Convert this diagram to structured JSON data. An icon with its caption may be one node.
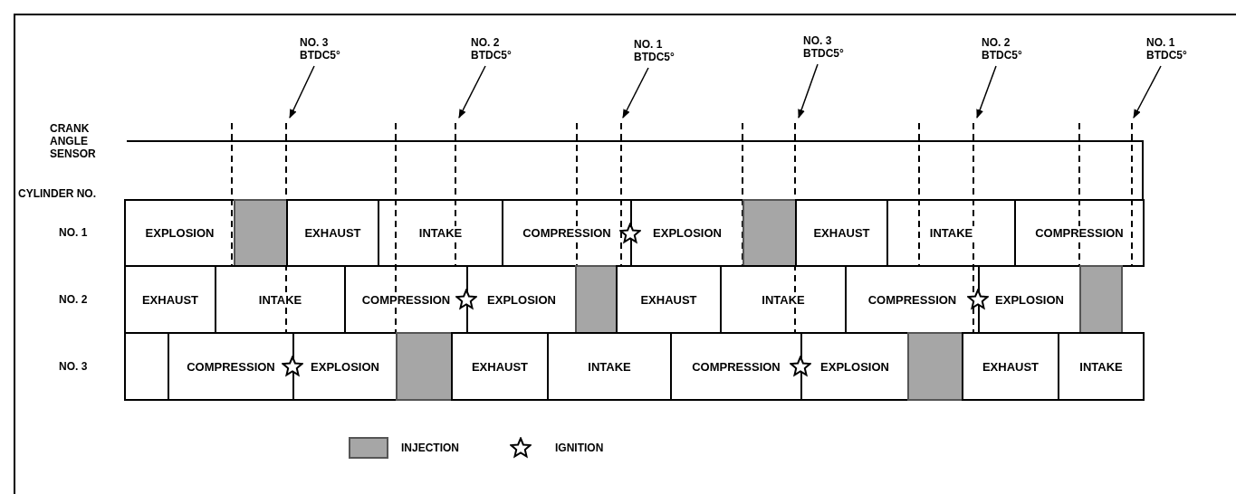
{
  "diagram": {
    "nodes": [
      {
        "text": [
          "NO. 3 BTDC5°"
        ]
      },
      {
        "text": [
          "NO. 2 BTDC5°"
        ]
      },
      {
        "text": [
          "NO. 1 BTDC5°"
        ]
      },
      {
        "text": [
          "NO. 3 BTDC5°"
        ]
      },
      {
        "text": [
          "NO. 2 BTDC5°"
        ]
      },
      {
        "text": [
          "NO. 1 BTDC5°"
        ]
      },
      {
        "text": [
          "EXPLOSION"
        ]
      },
      {
        "text": [],
        "shape": "bar"
      },
      {
        "text": [
          "EXHAUST"
        ]
      },
      {
        "text": [
          "INTAKE"
        ]
      },
      {
        "text": [
          "COMPRESSION"
        ]
      },
      {
        "text": [
          "EXPLOSION"
        ]
      },
      {
        "text": [],
        "shape": "bar"
      },
      {
        "text": [
          "EXHAUST"
        ]
      },
      {
        "text": [
          "INTAKE"
        ]
      },
      {
        "text": [
          "COMPRESSION"
        ]
      },
      {
        "text": [
          "EXHAUST"
        ]
      },
      {
        "text": [
          "INTAKE"
        ]
      },
      {
        "text": [
          "COMPRESSION"
        ]
      },
      {
        "text": [
          "EXPLOSION"
        ]
      },
      {
        "text": [],
        "shape": "bar"
      },
      {
        "text": [
          "EXHAUST"
        ]
      },
      {
        "text": [
          "INTAKE"
        ]
      },
      {
        "text": [
          "COMPRESSION"
        ]
      },
      {
        "text": [
          "EXPLOSION"
        ]
      },
      {
        "text": [],
        "shape": "bar"
      },
      {
        "text": [],
        "shape": "box"
      },
      {
        "text": [
          "COMPRESSION"
        ]
      },
      {
        "text": [
          "EXPLOSION"
        ]
      },
      {
        "text": [],
        "shape": "bar"
      },
      {
        "text": [
          "EXHAUST"
        ]
      },
      {
        "text": [
          "INTAKE"
        ]
      },
      {
        "text": [
          "COMPRESSION"
        ]
      },
      {
        "text": [
          "EXPLOSION"
        ]
      },
      {
        "text": [],
        "shape": "bar"
      },
      {
        "text": [
          "EXHAUST"
        ]
      },
      {
        "text": [
          "INTAKE"
        ]
      }
    ],
    "edges": [
      {
        "from": 0,
        "to": null,
        "arrow": "to"
      },
      {
        "from": 1,
        "to": null,
        "arrow": "to"
      },
      {
        "from": 2,
        "to": null,
        "arrow": "to"
      },
      {
        "from": 3,
        "to": null,
        "arrow": "to"
      },
      {
        "from": 4,
        "to": null,
        "arrow": "to"
      },
      {
        "from": 5,
        "to": null,
        "arrow": "to"
      }
    ],
    "labels": [
      "CRANK ANGLE SENSOR",
      "CYLINDER NO.",
      "NO. 1",
      "NO. 2",
      "NO. 3"
    ],
    "legend": [
      {
        "text": "INJECTION",
        "color": "#a6a6a6"
      },
      {
        "text": "IGNITION"
      }
    ]
  }
}
